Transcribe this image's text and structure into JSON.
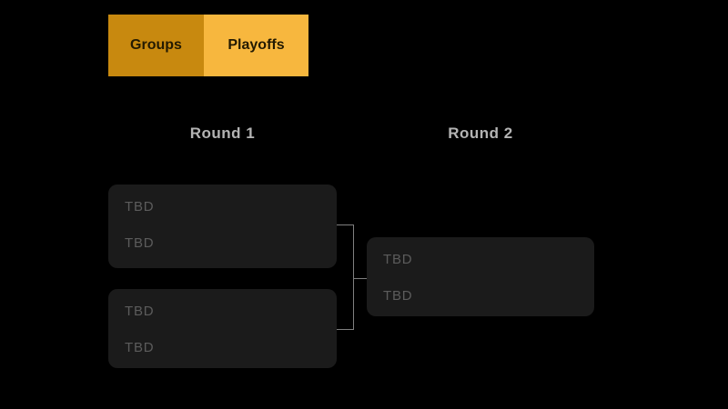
{
  "tabs": [
    {
      "label": "Groups",
      "active": false
    },
    {
      "label": "Playoffs",
      "active": true
    }
  ],
  "rounds": [
    {
      "title": "Round 1",
      "matches": [
        {
          "slots": [
            "TBD",
            "TBD"
          ]
        },
        {
          "slots": [
            "TBD",
            "TBD"
          ]
        }
      ]
    },
    {
      "title": "Round 2",
      "matches": [
        {
          "slots": [
            "TBD",
            "TBD"
          ]
        }
      ]
    }
  ],
  "colors": {
    "background": "#000000",
    "tab_inactive_bg": "#c8890f",
    "tab_active_bg": "#f7b73e",
    "tab_text": "#231a02",
    "header_text": "#b4b4b4",
    "box_bg": "#1b1b1b",
    "tbd_text": "#5c5c5c",
    "connector": "#7f7f7f"
  }
}
